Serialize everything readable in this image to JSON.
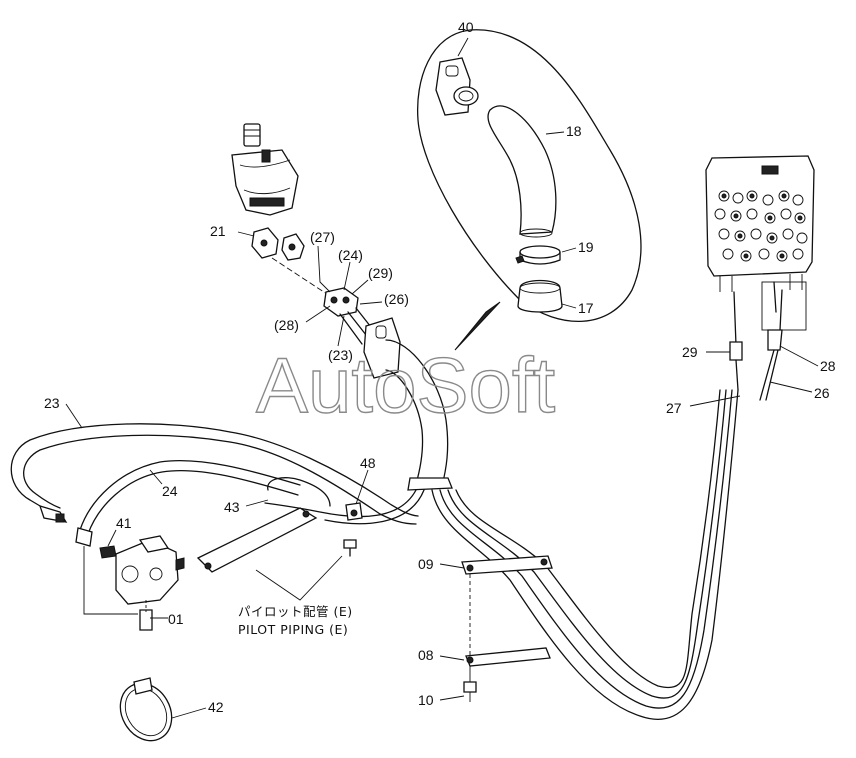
{
  "watermark": "AutoSoft",
  "note": {
    "japanese": "パイロット配管 (E)",
    "english": "PILOT PIPING (E)"
  },
  "callouts": {
    "c40": "40",
    "c18": "18",
    "c19": "19",
    "c17": "17",
    "c21": "21",
    "c27p": "(27)",
    "c24p": "(24)",
    "c29p": "(29)",
    "c26p": "(26)",
    "c28p": "(28)",
    "c23p": "(23)",
    "c23": "23",
    "c24": "24",
    "c41": "41",
    "c01": "01",
    "c43": "43",
    "c48": "48",
    "c09": "09",
    "c08": "08",
    "c10": "10",
    "c42": "42",
    "c29": "29",
    "c28": "28",
    "c26": "26",
    "c27": "27"
  }
}
